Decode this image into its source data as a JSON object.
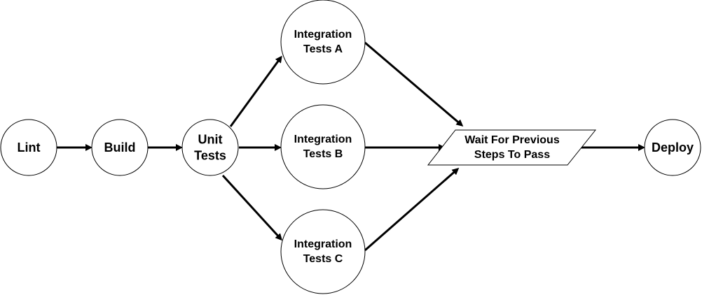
{
  "diagram": {
    "nodes": [
      {
        "id": "lint",
        "shape": "circle",
        "lines": [
          "Lint"
        ]
      },
      {
        "id": "build",
        "shape": "circle",
        "lines": [
          "Build"
        ]
      },
      {
        "id": "unit",
        "shape": "circle",
        "lines": [
          "Unit",
          "Tests"
        ]
      },
      {
        "id": "intA",
        "shape": "circle",
        "lines": [
          "Integration",
          "Tests A"
        ]
      },
      {
        "id": "intB",
        "shape": "circle",
        "lines": [
          "Integration",
          "Tests B"
        ]
      },
      {
        "id": "intC",
        "shape": "circle",
        "lines": [
          "Integration",
          "Tests C"
        ]
      },
      {
        "id": "wait",
        "shape": "parallelogram",
        "lines": [
          "Wait For Previous",
          "Steps To Pass"
        ]
      },
      {
        "id": "deploy",
        "shape": "circle",
        "lines": [
          "Deploy"
        ]
      }
    ],
    "edges": [
      {
        "from": "lint",
        "to": "build"
      },
      {
        "from": "build",
        "to": "unit"
      },
      {
        "from": "unit",
        "to": "intA"
      },
      {
        "from": "unit",
        "to": "intB"
      },
      {
        "from": "unit",
        "to": "intC"
      },
      {
        "from": "intA",
        "to": "wait"
      },
      {
        "from": "intB",
        "to": "wait"
      },
      {
        "from": "intC",
        "to": "wait"
      },
      {
        "from": "wait",
        "to": "deploy"
      }
    ],
    "colors": {
      "stroke": "#000000",
      "fill": "#ffffff",
      "background": "#ffffff"
    }
  }
}
